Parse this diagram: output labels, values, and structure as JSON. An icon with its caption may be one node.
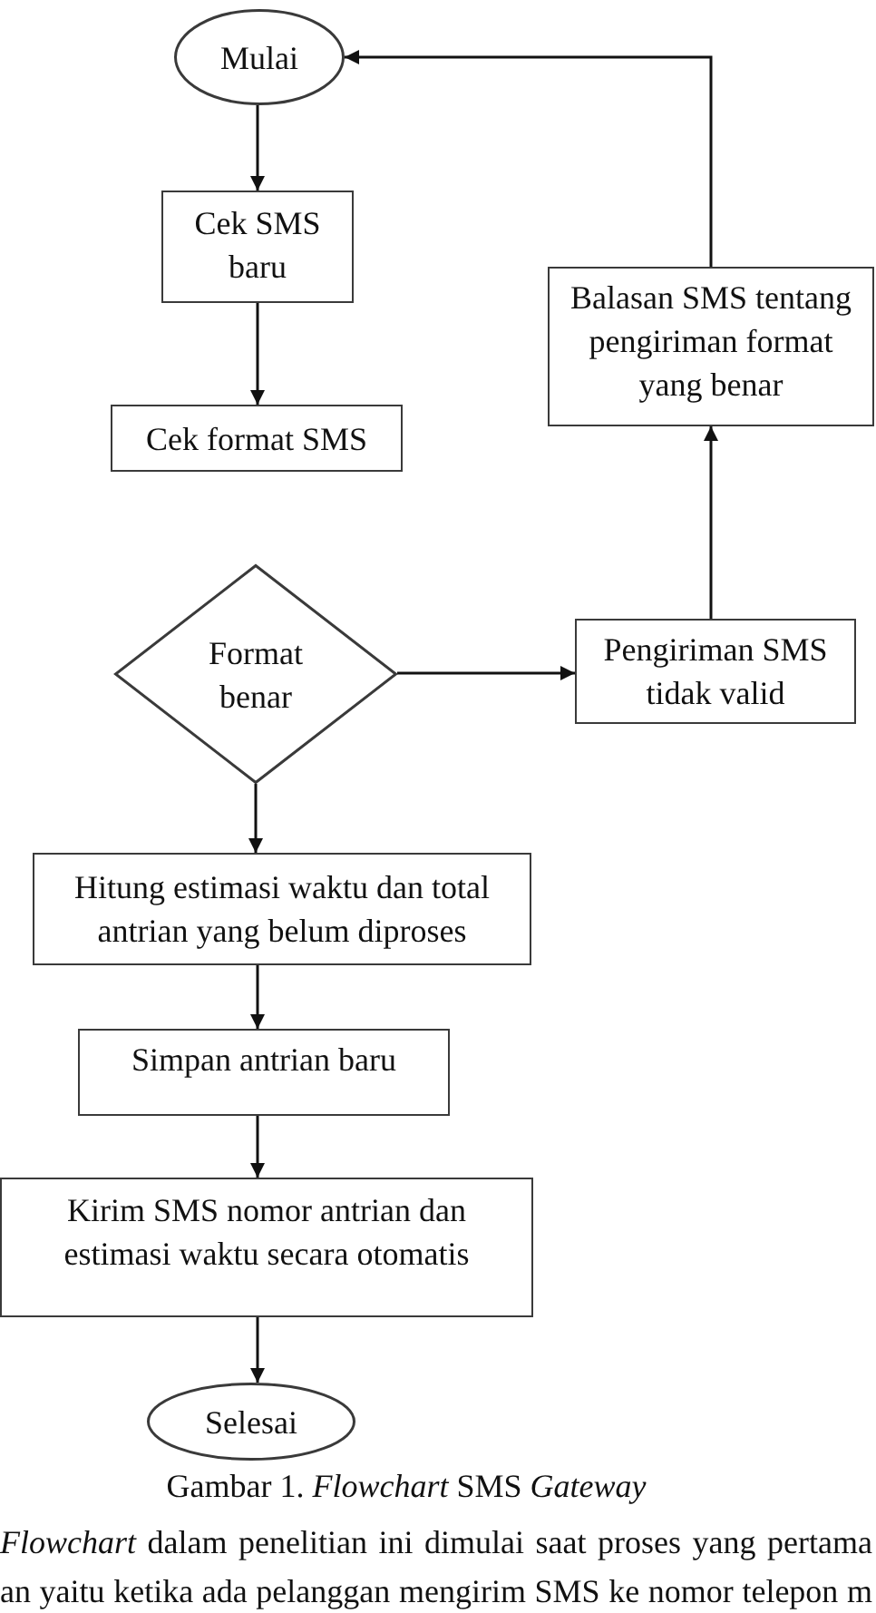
{
  "diagram": {
    "caption": "Gambar 1. *Flowchart* SMS *Gateway*",
    "nodes": [
      {
        "text": [
          "Mulai"
        ]
      },
      {
        "text": [
          "Cek SMS baru"
        ]
      },
      {
        "text": [
          "Balasan SMS tentang pengiriman format yang benar"
        ]
      },
      {
        "text": [
          "Cek format SMS"
        ]
      },
      {
        "text": [
          "Format benar"
        ]
      },
      {
        "text": [
          "Pengiriman SMS tidak valid"
        ]
      },
      {
        "text": [
          "Hitung estimasi waktu dan total antrian yang belum diproses"
        ]
      },
      {
        "text": [
          "Simpan antrian baru"
        ]
      },
      {
        "text": [
          "Kirim SMS nomor antrian dan estimasi waktu secara otomatis"
        ]
      },
      {
        "text": [
          "Selesai"
        ]
      }
    ],
    "edges": [
      {
        "from": 0,
        "to": 1,
        "arrow": "to"
      },
      {
        "from": 1,
        "to": 3,
        "arrow": "to"
      },
      {
        "from": 4,
        "to": 5,
        "arrow": "to"
      },
      {
        "from": 5,
        "to": 2,
        "arrow": "to"
      },
      {
        "from": 2,
        "to": 0,
        "arrow": "to"
      },
      {
        "from": 4,
        "to": 6,
        "arrow": "to"
      },
      {
        "from": 6,
        "to": 7,
        "arrow": "to"
      },
      {
        "from": 7,
        "to": 8,
        "arrow": "to"
      },
      {
        "from": 8,
        "to": 9,
        "arrow": "to"
      }
    ],
    "labels": [
      "*Flowchart* dalam penelitian ini dimulai saat proses yang pertama",
      "an yaitu ketika ada pelanggan mengirim SMS ke nomor telepon m"
    ]
  }
}
